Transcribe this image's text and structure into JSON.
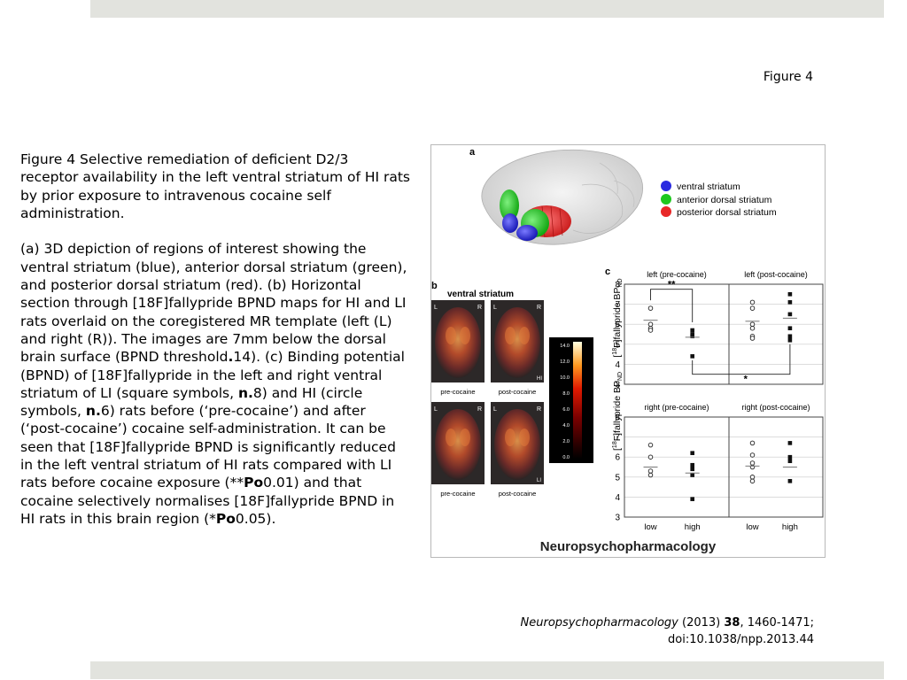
{
  "figure_label": "Figure 4",
  "caption": {
    "title_para": "Figure 4 Selective remediation of deficient D2/3 receptor availability in the left ventral striatum of HI rats by prior exposure to intravenous cocaine self administration.",
    "body_para_part1": "(a) 3D depiction of regions of interest showing the ventral striatum (blue), anterior dorsal striatum (green), and posterior dorsal striatum (red). (b) Horizontal section through [18F]fallypride BPND maps for HI and LI rats overlaid on the coregistered MR template (left (L) and right (R)). The images are 7mm below the dorsal brain surface (BPND threshold",
    "body_bold_1": ".",
    "body_para_part2": "14). (c) Binding potential (BPND) of [18F]fallypride in the left and right ventral striatum of LI (square symbols, ",
    "body_bold_2": "n.",
    "body_para_part3": "8) and HI (circle symbols, ",
    "body_bold_3": "n.",
    "body_para_part4": "6) rats before (‘pre-cocaine’) and after (‘post-cocaine’) cocaine self-administration. It can be seen that [18F]fallypride BPND is significantly reduced in the left ventral striatum of HI rats compared with LI rats before cocaine exposure (**",
    "body_bold_4": "Po",
    "body_para_part5": "0.01) and that cocaine selectively normalises [18F]fallypride BPND in HI rats in this brain region (*",
    "body_bold_5": "Po",
    "body_para_part6": "0.05)."
  },
  "figure": {
    "panel_a": {
      "letter": "a",
      "legend": [
        {
          "label": "ventral striatum",
          "color": "#2a2ae0"
        },
        {
          "label": "anterior dorsal striatum",
          "color": "#1ec81e"
        },
        {
          "label": "posterior dorsal striatum",
          "color": "#e82828"
        }
      ]
    },
    "panel_b": {
      "letter": "b",
      "title": "ventral striatum",
      "side_left": "L",
      "side_right": "R",
      "images": [
        {
          "label": "pre-cocaine",
          "group": ""
        },
        {
          "label": "post-cocaine",
          "group": "HI"
        },
        {
          "label": "pre-cocaine",
          "group": ""
        },
        {
          "label": "post-cocaine",
          "group": "LI"
        }
      ],
      "colorbar_ticks": [
        "14.0",
        "12.0",
        "10.0",
        "8.0",
        "6.0",
        "4.0",
        "2.0",
        "0.0"
      ]
    },
    "panel_c": {
      "letter": "c",
      "y_label_left": "[",
      "y_label_sup": "18",
      "y_label_mid": "F]fallypride BP",
      "y_label_sub": "ND",
      "y_ticks": [
        "8",
        "7",
        "6",
        "5",
        "4",
        "3"
      ],
      "x_ticks": [
        "low",
        "high",
        "low",
        "high"
      ],
      "sig_upper": "**",
      "sig_lower": "*",
      "plots": [
        {
          "title": "left (pre-cocaine)",
          "low": [
            6.8,
            6.0,
            5.8,
            5.7
          ],
          "high": [
            5.7,
            5.5,
            5.4,
            4.4
          ],
          "low_mean": 6.2,
          "high_mean": 5.35
        },
        {
          "title": "left (post-cocaine)",
          "low": [
            7.1,
            6.8,
            6.0,
            5.8,
            5.4,
            5.3
          ],
          "high": [
            7.5,
            7.1,
            6.5,
            5.8,
            5.4,
            5.2
          ],
          "low_mean": 6.15,
          "high_mean": 6.3
        },
        {
          "title": "right (pre-cocaine)",
          "low": [
            6.6,
            6.0,
            5.3,
            5.1
          ],
          "high": [
            6.2,
            5.6,
            5.4,
            5.1,
            3.9
          ],
          "low_mean": 5.5,
          "high_mean": 5.2
        },
        {
          "title": "right (post-cocaine)",
          "low": [
            6.7,
            6.1,
            5.7,
            5.5,
            5.0,
            4.8
          ],
          "high": [
            6.7,
            6.0,
            5.8,
            4.8
          ],
          "low_mean": 5.55,
          "high_mean": 5.5
        }
      ]
    },
    "journal_banner": "Neuropsychopharmacology"
  },
  "citation": {
    "journal": "Neuropsychopharmacology",
    "year": " (2013) ",
    "volume": "38",
    "pages": ", 1460-1471;",
    "doi": "doi:10.1038/npp.2013.44"
  },
  "chart_data": {
    "type": "scatter",
    "ylabel": "[18F]fallypride BPND",
    "ylim": [
      3,
      8
    ],
    "categories": [
      "low",
      "high"
    ],
    "panels": [
      {
        "title": "left (pre-cocaine)",
        "series": [
          {
            "name": "low",
            "values": [
              6.8,
              6.0,
              5.8,
              5.7
            ]
          },
          {
            "name": "high",
            "values": [
              5.7,
              5.5,
              5.4,
              4.4
            ]
          }
        ]
      },
      {
        "title": "left (post-cocaine)",
        "series": [
          {
            "name": "low",
            "values": [
              7.1,
              6.8,
              6.0,
              5.8,
              5.4,
              5.3
            ]
          },
          {
            "name": "high",
            "values": [
              7.5,
              7.1,
              6.5,
              5.8,
              5.4,
              5.2
            ]
          }
        ]
      },
      {
        "title": "right (pre-cocaine)",
        "series": [
          {
            "name": "low",
            "values": [
              6.6,
              6.0,
              5.3,
              5.1
            ]
          },
          {
            "name": "high",
            "values": [
              6.2,
              5.6,
              5.4,
              5.1,
              3.9
            ]
          }
        ]
      },
      {
        "title": "right (post-cocaine)",
        "series": [
          {
            "name": "low",
            "values": [
              6.7,
              6.1,
              5.7,
              5.5,
              5.0,
              4.8
            ]
          },
          {
            "name": "high",
            "values": [
              6.7,
              6.0,
              5.8,
              4.8
            ]
          }
        ]
      }
    ]
  }
}
